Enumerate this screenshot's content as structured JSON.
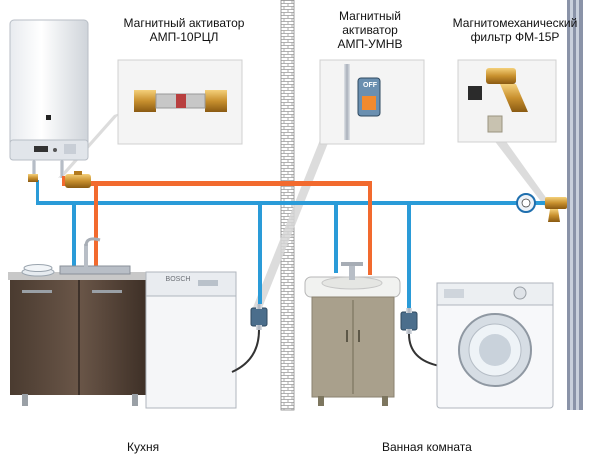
{
  "labels": {
    "activator_10": [
      "Магнитный активатор",
      "АМП-10РЦЛ"
    ],
    "activator_umnv": [
      "Магнитный",
      "активатор",
      "АМП-УМНВ"
    ],
    "filter": [
      "Магнитомеханический",
      "фильтр ФМ-15Р"
    ]
  },
  "rooms": {
    "kitchen": "Кухня",
    "bathroom": "Ванная комната"
  },
  "device_text": {
    "dishwasher_brand": "BOSCH",
    "activator_off": "OFF"
  },
  "colors": {
    "cold_pipe": "#2a9bd8",
    "hot_pipe": "#f26a2e",
    "pointer_line": "#c8c8c8",
    "riser": "#8a93a8"
  }
}
